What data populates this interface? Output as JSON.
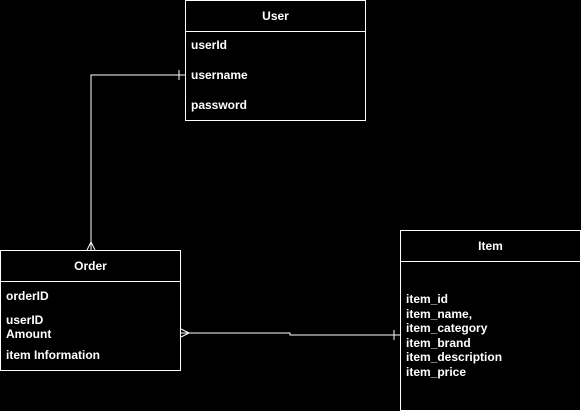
{
  "entities": {
    "user": {
      "title": "User",
      "fields": [
        "userId",
        "username",
        "password"
      ]
    },
    "order": {
      "title": "Order",
      "fields": [
        "orderID",
        "userID",
        "Amount",
        "item Information"
      ]
    },
    "item": {
      "title": "Item",
      "fields": [
        "item_id",
        "item_name,",
        "item_category",
        "item_brand",
        "item_description",
        "item_price"
      ]
    }
  },
  "colors": {
    "background": "#000000",
    "stroke": "#ffffff",
    "text": "#ffffff"
  },
  "relationships": [
    {
      "from": "user",
      "to": "order",
      "from_end": "one",
      "to_end": "many"
    },
    {
      "from": "order",
      "to": "item",
      "from_end": "many",
      "to_end": "one"
    }
  ]
}
